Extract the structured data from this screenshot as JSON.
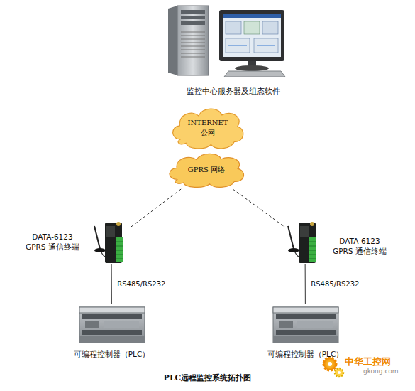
{
  "diagram": {
    "caption": "PLC远程监控系统拓扑图",
    "nodes": [
      {
        "text": [
          "监控中心服务器及组态软件"
        ]
      },
      {
        "text": [
          "INTERNET 公网"
        ]
      },
      {
        "text": [
          "GPRS 网络"
        ]
      },
      {
        "text": [
          "DATA-6123 GPRS 通信终端"
        ]
      },
      {
        "text": [
          "DATA-6123 GPRS 通信终端"
        ]
      },
      {
        "text": [
          "可编程控制器（PLC）"
        ]
      },
      {
        "text": [
          "可编程控制器（PLC）"
        ]
      }
    ],
    "edges": [
      {
        "from": 2,
        "to": 3,
        "arrow": "none"
      },
      {
        "from": 2,
        "to": 4,
        "arrow": "none"
      },
      {
        "from": 3,
        "to": 5,
        "arrow": "none",
        "label": "RS485/RS232"
      },
      {
        "from": 4,
        "to": 6,
        "arrow": "none",
        "label": "RS485/RS232"
      }
    ],
    "labels": [
      "中华工控网",
      "gkong.com"
    ]
  }
}
